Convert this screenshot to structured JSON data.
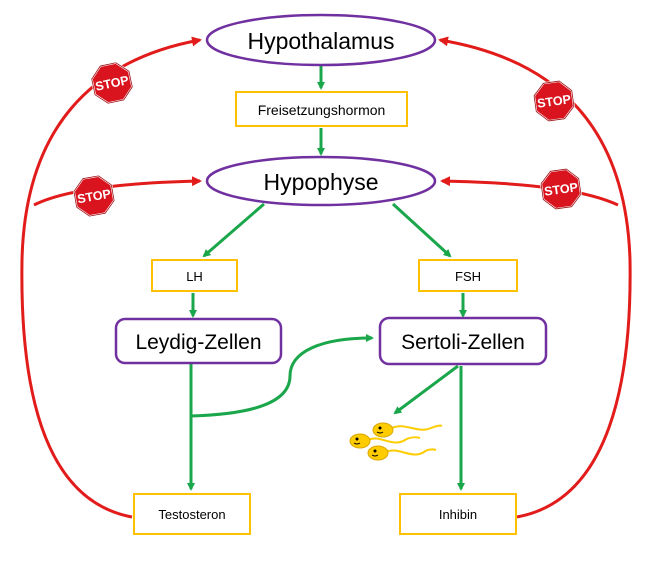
{
  "nodes": {
    "hypothalamus": "Hypothalamus",
    "freisetzungshormon": "Freisetzungshormon",
    "hypophyse": "Hypophyse",
    "lh": "LH",
    "fsh": "FSH",
    "leydig": "Leydig-Zellen",
    "sertoli": "Sertoli-Zellen",
    "testosteron": "Testosteron",
    "inhibin": "Inhibin"
  },
  "stop_label": "STOP",
  "colors": {
    "oval_border": "#7030a0",
    "box_border": "#ffc000",
    "cell_border": "#7030a0",
    "green_arrow": "#1aa64a",
    "red_arrow": "#e21b1b",
    "stop_fill": "#d9141e",
    "sperm": "#ffcc00"
  },
  "icons": {
    "stop_sign": "stop-sign-icon",
    "sperm": "sperm-icon"
  }
}
